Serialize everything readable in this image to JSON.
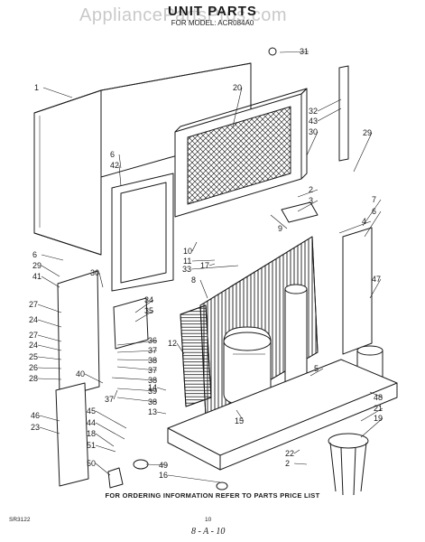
{
  "header": {
    "title": "UNIT PARTS",
    "subtitle": "FOR MODEL: ACR084A0",
    "watermark": "AppliancePartsPros.com"
  },
  "footer": {
    "note": "FOR ORDERING INFORMATION REFER TO PARTS PRICE LIST",
    "code": "SR3122",
    "page": "10",
    "handwritten": "8 - A - 10"
  },
  "callouts": [
    "31",
    "1",
    "20",
    "32",
    "43",
    "30",
    "29",
    "6",
    "42",
    "2",
    "3",
    "7",
    "6",
    "4",
    "9",
    "10",
    "11",
    "33",
    "6",
    "29",
    "41",
    "30",
    "8",
    "47",
    "27",
    "24",
    "27",
    "24",
    "25",
    "26",
    "28",
    "34",
    "35",
    "36",
    "37",
    "38",
    "37",
    "38",
    "39",
    "38",
    "13",
    "14",
    "12",
    "5",
    "15",
    "40",
    "37",
    "46",
    "23",
    "45",
    "44",
    "18",
    "51",
    "50",
    "49",
    "16",
    "22",
    "2",
    "48",
    "21",
    "19",
    "17"
  ],
  "colors": {
    "ink": "#1a1a1a",
    "paper": "#ffffff",
    "watermark": "#c9c9c9"
  }
}
